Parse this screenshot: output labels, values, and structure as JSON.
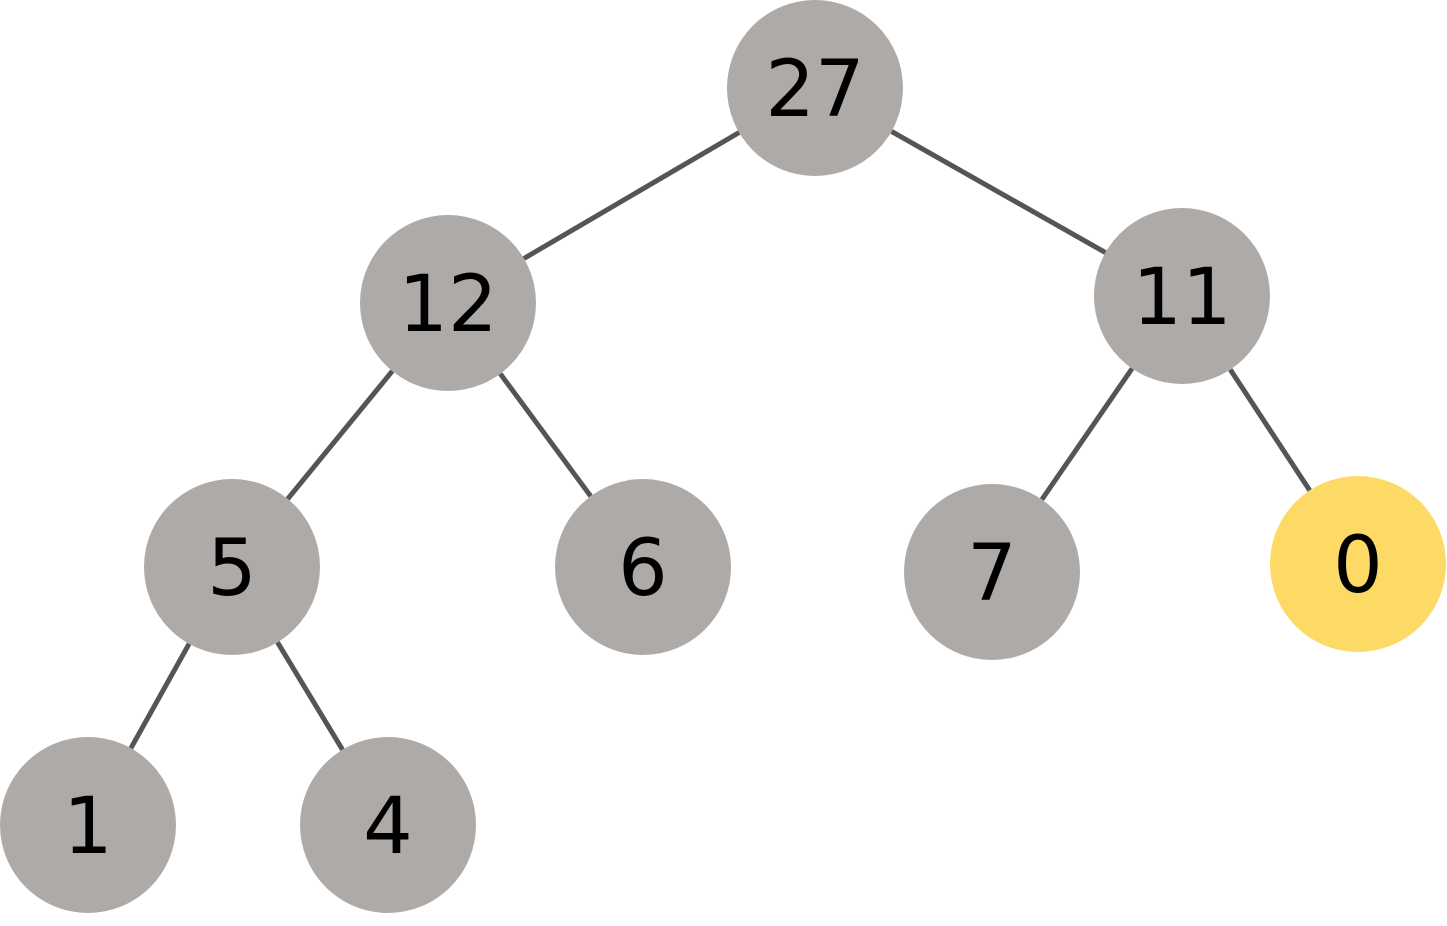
{
  "colors": {
    "node_default": "#ADAAA8",
    "node_highlight": "#FDD966",
    "edge": "#555555",
    "text": "#000000",
    "background": "#FFFFFF"
  },
  "tree": {
    "nodes": [
      {
        "id": "n27",
        "label": "27",
        "highlighted": false
      },
      {
        "id": "n12",
        "label": "12",
        "highlighted": false
      },
      {
        "id": "n11",
        "label": "11",
        "highlighted": false
      },
      {
        "id": "n5",
        "label": "5",
        "highlighted": false
      },
      {
        "id": "n6",
        "label": "6",
        "highlighted": false
      },
      {
        "id": "n7",
        "label": "7",
        "highlighted": false
      },
      {
        "id": "n0",
        "label": "0",
        "highlighted": true
      },
      {
        "id": "n1",
        "label": "1",
        "highlighted": false
      },
      {
        "id": "n4",
        "label": "4",
        "highlighted": false
      }
    ],
    "edges": [
      {
        "from": "n27",
        "to": "n12"
      },
      {
        "from": "n27",
        "to": "n11"
      },
      {
        "from": "n12",
        "to": "n5"
      },
      {
        "from": "n12",
        "to": "n6"
      },
      {
        "from": "n11",
        "to": "n7"
      },
      {
        "from": "n11",
        "to": "n0"
      },
      {
        "from": "n5",
        "to": "n1"
      },
      {
        "from": "n5",
        "to": "n4"
      }
    ]
  }
}
